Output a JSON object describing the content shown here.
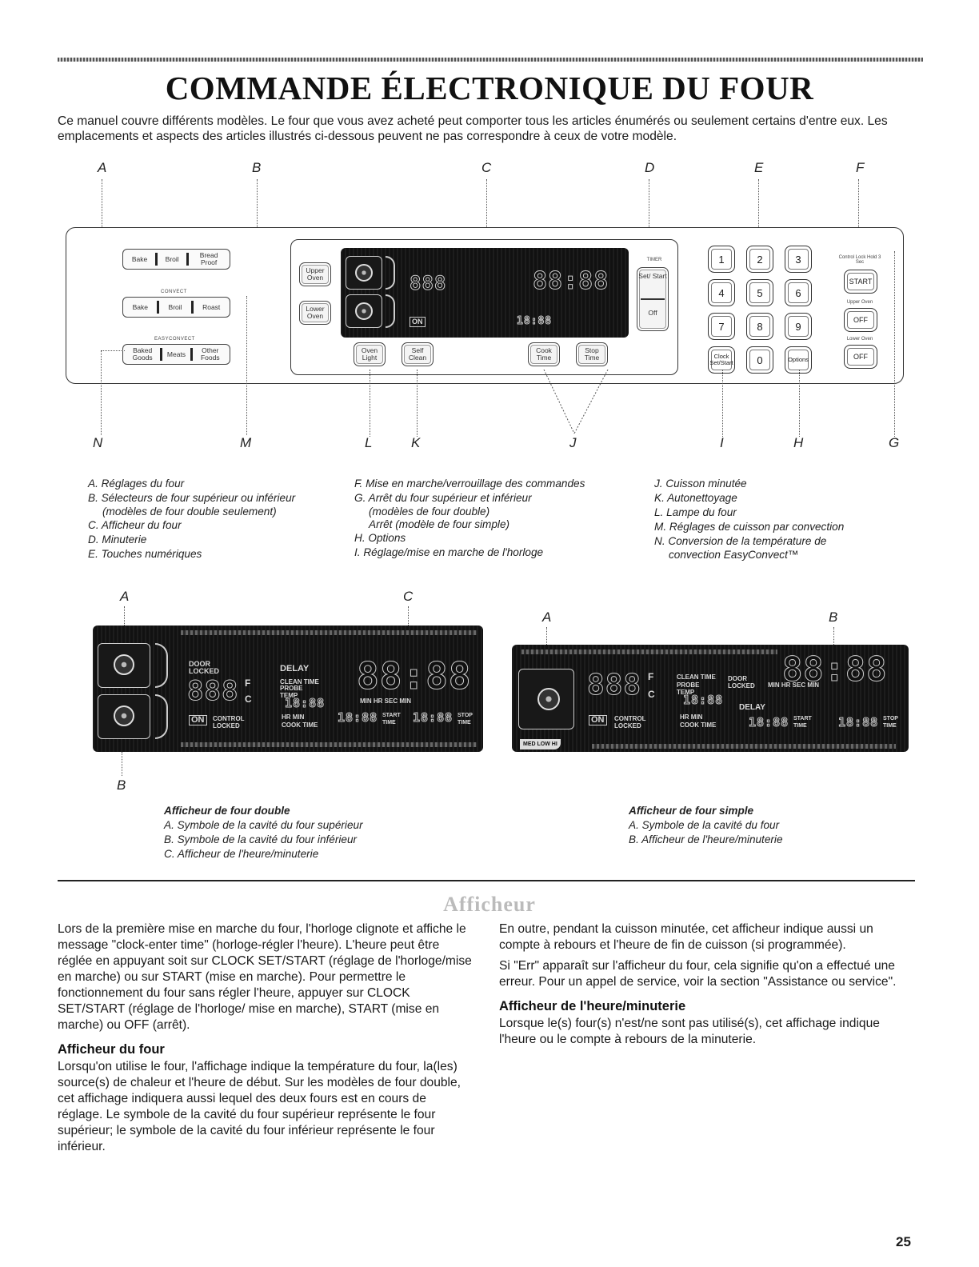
{
  "page": {
    "title": "COMMANDE ÉLECTRONIQUE DU FOUR",
    "intro": "Ce manuel couvre différents modèles. Le four que vous avez acheté peut comporter tous les articles énumérés ou seulement certains d'entre eux. Les emplacements et aspects des articles illustrés ci-dessous peuvent ne pas correspondre à ceux de votre modèle.",
    "page_number": "25"
  },
  "panel": {
    "callouts_top": [
      "A",
      "B",
      "C",
      "D",
      "E",
      "F"
    ],
    "callouts_bottom": [
      "N",
      "M",
      "L",
      "K",
      "J",
      "I",
      "H",
      "G"
    ],
    "group1": [
      "Bake",
      "Broil",
      "Bread Proof"
    ],
    "group2_caption": "CONVECT",
    "group2": [
      "Bake",
      "Broil",
      "Roast"
    ],
    "group3_caption": "EASYCONVECT",
    "group3": [
      "Baked Goods",
      "Meats",
      "Other Foods"
    ],
    "upper_oven": "Upper Oven",
    "lower_oven": "Lower Oven",
    "oven_light": "Oven Light",
    "self_clean": "Self Clean",
    "cook_time": "Cook Time",
    "stop_time": "Stop Time",
    "timer_caption": "TIMER",
    "timer_set": "Set/ Start",
    "timer_off": "Off",
    "keys": [
      "1",
      "2",
      "3",
      "4",
      "5",
      "6",
      "7",
      "8",
      "9"
    ],
    "clock_key": "Clock Set/Start",
    "zero_key": "0",
    "options_key": "Options",
    "control_lock": "Control Lock Hold 3 Sec",
    "start": "START",
    "upper_off_caption": "Upper Oven",
    "lower_off_caption": "Lower Oven",
    "off": "OFF"
  },
  "legend": {
    "col1": [
      "A. Réglages du four",
      "B. Sélecteurs de four supérieur ou inférieur",
      "(modèles de four double seulement)",
      "C. Afficheur du four",
      "D. Minuterie",
      "E. Touches numériques"
    ],
    "col2": [
      "F. Mise en marche/verrouillage des commandes",
      "G. Arrêt du four supérieur et inférieur",
      "(modèles de four double)",
      "Arrêt (modèle de four simple)",
      "H. Options",
      "I. Réglage/mise en marche de l'horloge"
    ],
    "col3": [
      "J. Cuisson minutée",
      "K. Autonettoyage",
      "L. Lampe du four",
      "M. Réglages de cuisson par convection",
      "N. Conversion de la température de",
      "convection EasyConvect™"
    ]
  },
  "displays": {
    "double": {
      "callouts": [
        "A",
        "C",
        "B"
      ],
      "caption_title": "Afficheur de four double",
      "caption_items": [
        "A. Symbole de la cavité du four supérieur",
        "B. Symbole de la cavité du four inférieur",
        "C. Afficheur de l'heure/minuterie"
      ]
    },
    "single": {
      "callouts": [
        "A",
        "B"
      ],
      "caption_title": "Afficheur de four simple",
      "caption_items": [
        "A. Symbole de la cavité du four",
        "B. Afficheur de l'heure/minuterie"
      ]
    },
    "lcd": {
      "big_time": "88:88",
      "temp": "888",
      "deg_f": "F",
      "deg_c": "C",
      "on": "ON",
      "door_locked": "DOOR LOCKED",
      "control_locked": "CONTROL LOCKED",
      "delay": "DELAY",
      "clean_time": "CLEAN TIME",
      "probe_temp": "PROBE TEMP",
      "hr_min_sec": "MIN HR SEC MIN",
      "small_time": "18:88",
      "hr_min": "HR MIN",
      "cook_time": "COOK TIME",
      "start_time": "START TIME",
      "stop_time": "STOP TIME",
      "meter": "MED LOW HI"
    }
  },
  "section": {
    "title": "Afficheur",
    "left_p1": "Lors de la première mise en marche du four, l'horloge clignote et affiche le message \"clock-enter time\" (horloge-régler l'heure). L'heure peut être réglée en appuyant soit sur CLOCK SET/START (réglage de l'horloge/mise en marche) ou sur START (mise en marche). Pour permettre le fonctionnement du four sans régler l'heure, appuyer sur CLOCK SET/START (réglage de l'horloge/ mise en marche), START (mise en marche) ou OFF (arrêt).",
    "left_h": "Afficheur du four",
    "left_p2": "Lorsqu'on utilise le four, l'affichage indique la température du four, la(les) source(s) de chaleur et l'heure de début. Sur les modèles de four double, cet affichage indiquera aussi lequel des deux fours est en cours de réglage. Le symbole de la cavité du four supérieur représente le four supérieur; le symbole de la cavité du four inférieur représente le four inférieur.",
    "right_p1": "En outre, pendant la cuisson minutée, cet afficheur indique aussi un compte à rebours et l'heure de fin de cuisson (si programmée).",
    "right_p2": "Si \"Err\" apparaît sur l'afficheur du four, cela signifie qu'on a effectué une erreur. Pour un appel de service, voir la section \"Assistance ou service\".",
    "right_h": "Afficheur de l'heure/minuterie",
    "right_p3": "Lorsque le(s) four(s) n'est/ne sont pas utilisé(s), cet affichage indique l'heure ou le compte à rebours de la minuterie."
  }
}
